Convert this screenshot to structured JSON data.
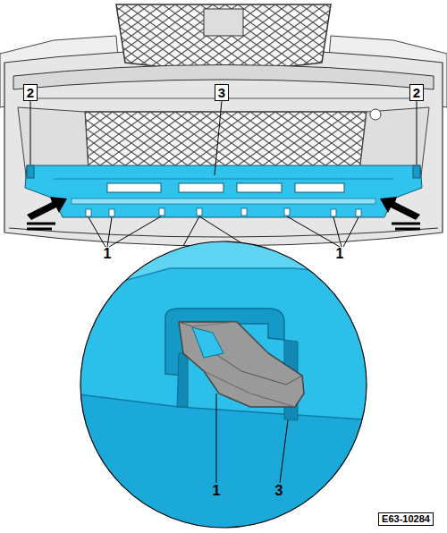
{
  "diagram": {
    "labels": [
      "2",
      "3",
      "2",
      "1",
      "1",
      "1",
      "3",
      "E63-10284"
    ]
  }
}
